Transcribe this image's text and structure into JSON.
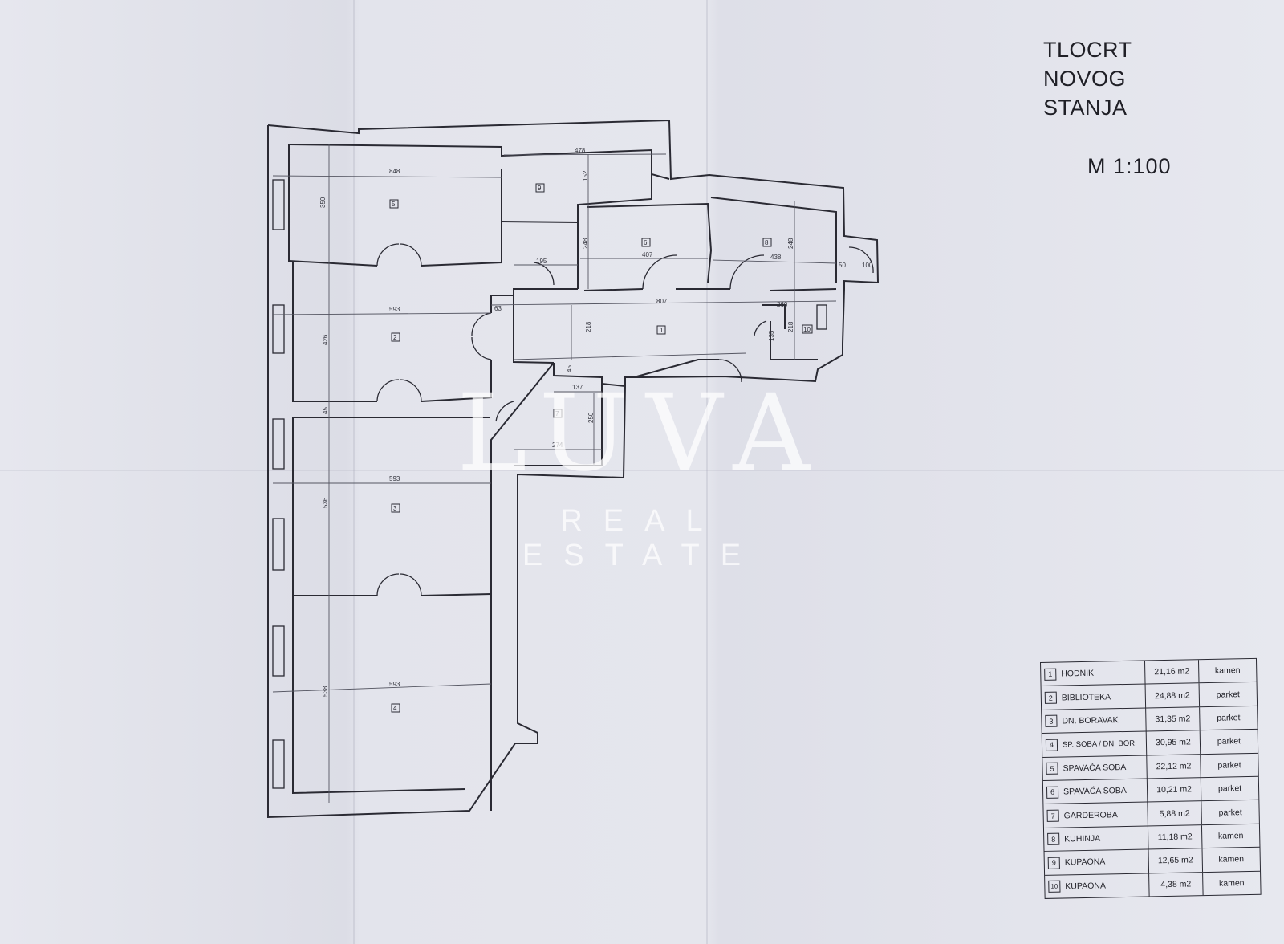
{
  "title": {
    "lines": [
      "TLOCRT",
      "NOVOG",
      "STANJA"
    ],
    "scale": "M  1:100"
  },
  "watermark": {
    "logo": "LUVA",
    "subtitle": "REAL ESTATE"
  },
  "rooms": [
    {
      "number": "1",
      "name": "HODNIK",
      "area": "21,16  m2",
      "floor": "kamen"
    },
    {
      "number": "2",
      "name": "BIBLIOTEKA",
      "area": "24,88  m2",
      "floor": "parket"
    },
    {
      "number": "3",
      "name": "DN. BORAVAK",
      "area": "31,35  m2",
      "floor": "parket"
    },
    {
      "number": "4",
      "name": "SP. SOBA / DN. BOR.",
      "area": "30,95  m2",
      "floor": "parket"
    },
    {
      "number": "5",
      "name": "SPAVAĆA SOBA",
      "area": "22,12  m2",
      "floor": "parket"
    },
    {
      "number": "6",
      "name": "SPAVAĆA SOBA",
      "area": "10,21  m2",
      "floor": "parket"
    },
    {
      "number": "7",
      "name": "GARDEROBA",
      "area": "5,88  m2",
      "floor": "parket"
    },
    {
      "number": "8",
      "name": "KUHINJA",
      "area": "11,18  m2",
      "floor": "kamen"
    },
    {
      "number": "9",
      "name": "KUPAONA",
      "area": "12,65  m2",
      "floor": "kamen"
    },
    {
      "number": "10",
      "name": "KUPAONA",
      "area": "4,38  m2",
      "floor": "kamen"
    }
  ],
  "plan": {
    "dimensions": [
      "848",
      "350",
      "478",
      "152",
      "195",
      "248",
      "407",
      "438",
      "248",
      "50",
      "100",
      "593",
      "426",
      "63",
      "807",
      "218",
      "260",
      "218",
      "135",
      "45",
      "137",
      "250",
      "274",
      "593",
      "536",
      "593",
      "538",
      "45"
    ],
    "room_tags": [
      "5",
      "9",
      "6",
      "8",
      "2",
      "1",
      "10",
      "7",
      "3",
      "4"
    ]
  }
}
